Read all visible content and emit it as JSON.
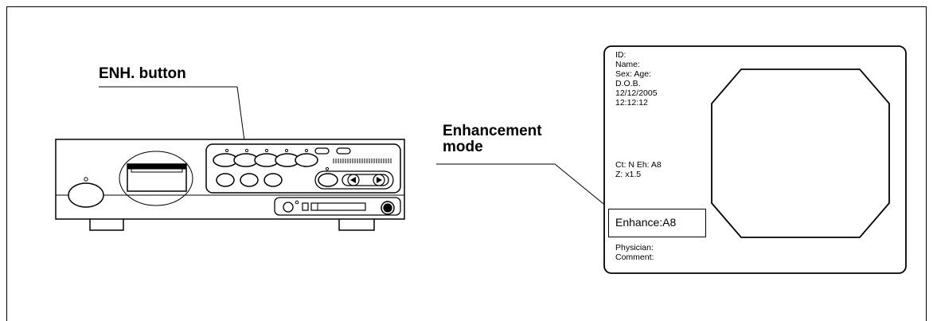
{
  "callouts": {
    "enh_button": "ENH. button",
    "enhancement_mode_line1": "Enhancement",
    "enhancement_mode_line2": "mode"
  },
  "monitor": {
    "id": "ID:",
    "name": "Name:",
    "sex_age": "Sex: Age:",
    "dob": "D.O.B.",
    "date": "12/12/2005",
    "time": "12:12:12",
    "ct_eh": "Ct: N Eh: A8",
    "zoom": "Z: x1.5",
    "enhance": "Enhance:A8",
    "physician": "Physician:",
    "comment": "Comment:"
  }
}
